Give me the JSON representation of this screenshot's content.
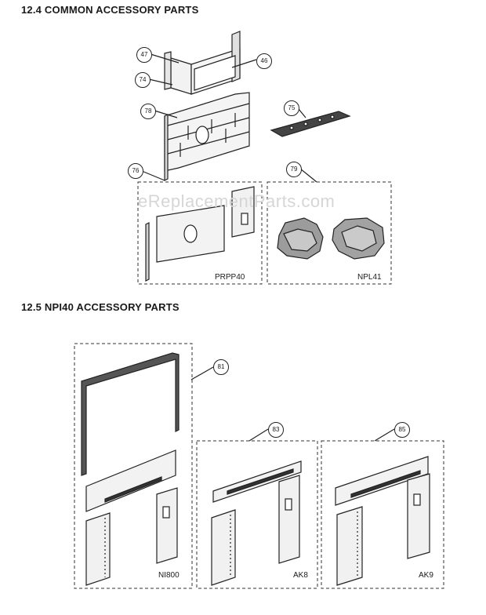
{
  "sections": {
    "common_heading": "12.4  COMMON ACCESSORY PARTS",
    "npi40_heading": "12.5  NPI40 ACCESSORY PARTS"
  },
  "watermark": "eReplacementParts.com",
  "callouts": {
    "c47": "47",
    "c46": "46",
    "c74": "74",
    "c78": "78",
    "c75": "75",
    "c76": "76",
    "c79": "79",
    "c81": "81",
    "c83": "83",
    "c85": "85"
  },
  "kits": {
    "prpp40": "PRPP40",
    "npl41": "NPL41",
    "ni800": "NI800",
    "ak8": "AK8",
    "ak9": "AK9"
  }
}
